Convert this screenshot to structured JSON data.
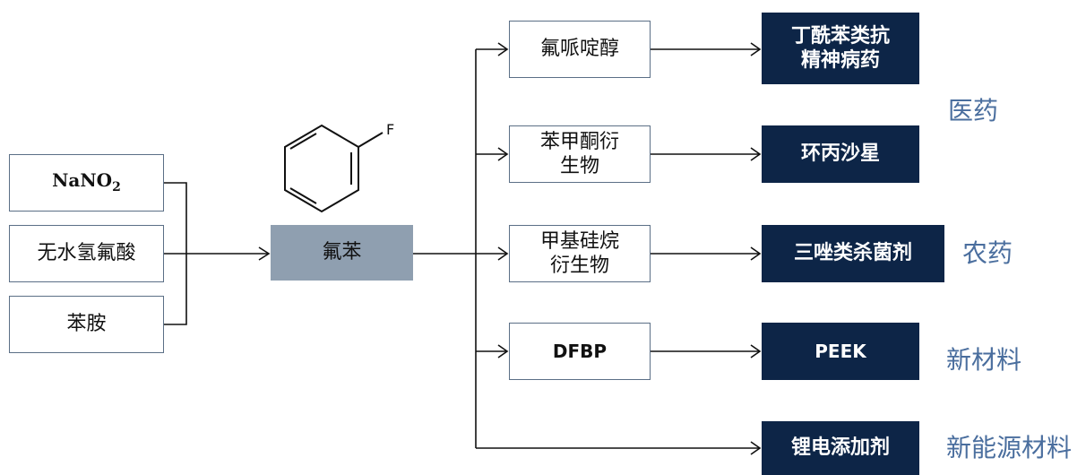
{
  "inputs": {
    "nano2": "NaNO",
    "nano2_sub": "2",
    "hf": "无水氢氟酸",
    "aniline": "苯胺"
  },
  "center": {
    "label": "氟苯",
    "molecule_atom": "F"
  },
  "intermediates": [
    {
      "line1": "氟哌啶醇",
      "line2": ""
    },
    {
      "line1": "苯甲酮衍",
      "line2": "生物"
    },
    {
      "line1": "甲基硅烷",
      "line2": "衍生物"
    },
    {
      "line1": "DFBP",
      "line2": ""
    }
  ],
  "products": [
    {
      "line1": "丁酰苯类抗",
      "line2": "精神病药"
    },
    {
      "line1": "环丙沙星",
      "line2": ""
    },
    {
      "line1": "三唑类杀菌剂",
      "line2": ""
    },
    {
      "line1": "PEEK",
      "line2": ""
    },
    {
      "line1": "锂电添加剂",
      "line2": ""
    }
  ],
  "categories": {
    "medicine": "医药",
    "pesticide": "农药",
    "new_material": "新材料",
    "new_energy_material": "新能源材料"
  }
}
